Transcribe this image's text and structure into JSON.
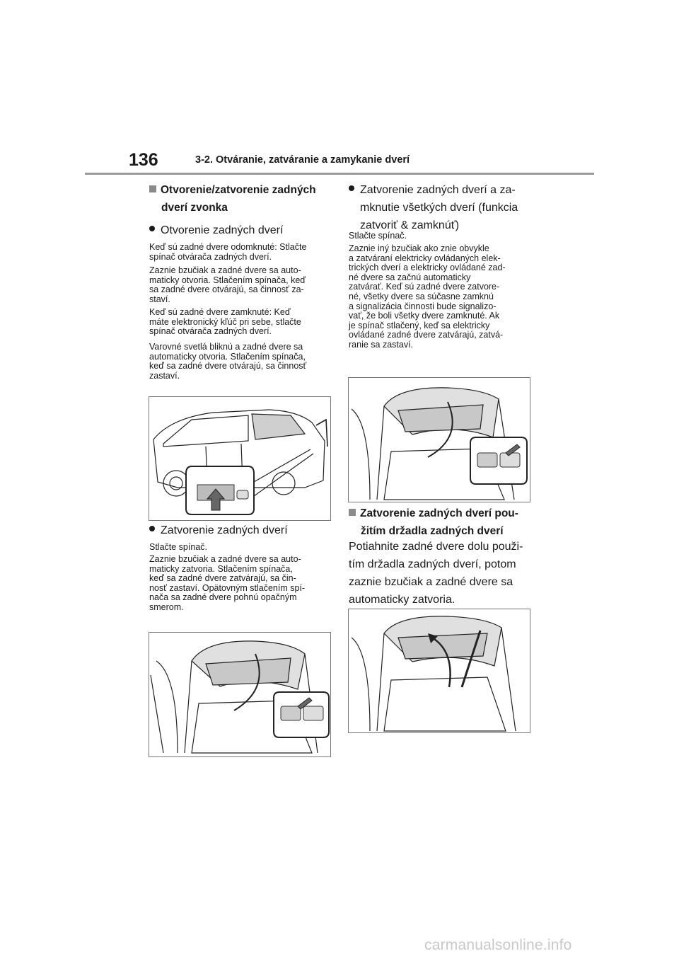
{
  "header": {
    "page_number": "136",
    "section": "3-2. Otváranie, zatváranie a zamykanie dverí"
  },
  "left": {
    "heading": [
      "Otvorenie/zatvorenie zadných",
      "dverí zvonka"
    ],
    "bullet1": "Otvorenie zadných dverí",
    "p1": "Keď sú zadné dvere odomknuté: Stlačte\nspínač otvárača zadných dverí.",
    "p2": "Zaznie bzučiak a zadné dvere sa auto-\nmaticky otvoria. Stlačením spínača, keď\nsa zadné dvere otvárajú, sa činnosť za-\nstaví.",
    "p3": "Keď sú zadné dvere zamknuté: Keď\nmáte elektronický kľúč pri sebe, stlačte\nspínač otvárača zadných dverí.",
    "p4": "Varovné svetlá bliknú a zadné dvere sa\nautomaticky otvoria. Stlačením spínača,\nkeď sa zadné dvere otvárajú, sa činnosť\nzastaví.",
    "bullet2": "Zatvorenie zadných dverí",
    "p5": "Stlačte spínač.",
    "p6": "Zaznie bzučiak a zadné dvere sa auto-\nmaticky zatvoria. Stlačením spínača,\nkeď sa zadné dvere zatvárajú, sa čin-\nnosť zastaví. Opätovným stlačením spí-\nnača sa zadné dvere pohnú opačným\nsmerom."
  },
  "right": {
    "bullet3": [
      "Zatvorenie zadných dverí a za-",
      "mknutie všetkých dverí (funkcia",
      "zatvoriť & zamknúť)"
    ],
    "p7": "Stlačte spínač.",
    "p8": "Zaznie iný bzučiak ako znie obvykle\na zatváraní elektricky ovládaných elek-\ntrických dverí a elektricky ovládané zad-\nné dvere sa začnú automaticky\nzatvárať. Keď sú zadné dvere zatvore-\nné, všetky dvere sa súčasne zamknú\na signalizácia činnosti bude signalizo-\nvať, že boli všetky dvere zamknuté. Ak\nje spínač stlačený, keď sa elektricky\novládané zadné dvere zatvárajú, zatvá-\nranie sa zastaví.",
    "heading": [
      "Zatvorenie zadných dverí pou-",
      "žitím držadla zadných dverí"
    ],
    "p9": [
      "Potiahnite zadné dvere dolu použi-",
      "tím držadla zadných dverí, potom",
      "zaznie bzučiak a zadné dvere sa",
      "automaticky zatvoria."
    ]
  },
  "footer": {
    "watermark": "carmanualsonline.info"
  }
}
